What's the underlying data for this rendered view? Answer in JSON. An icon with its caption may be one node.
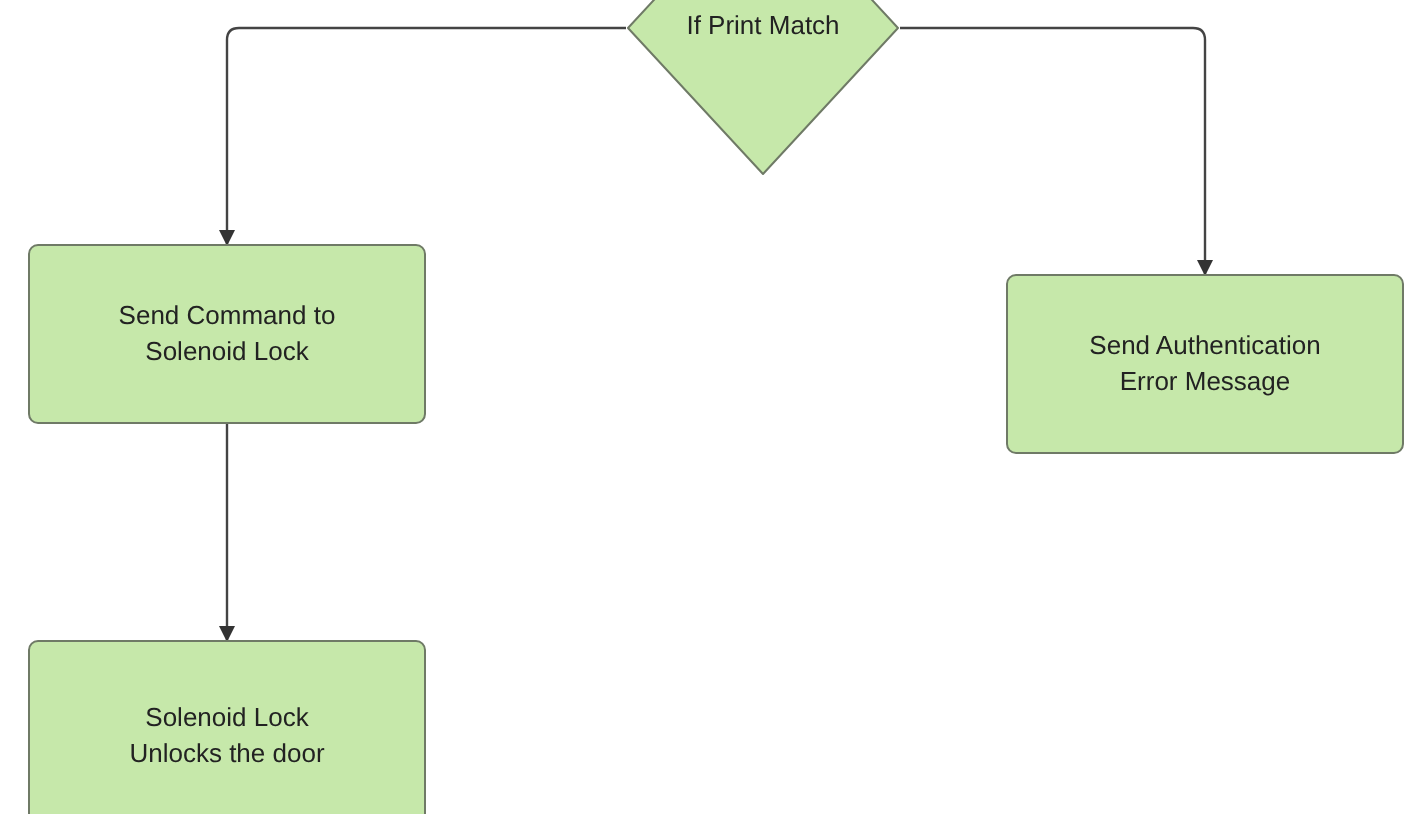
{
  "diagram": {
    "nodes": [
      {
        "text": [
          "If Print Match"
        ]
      },
      {
        "text": [
          "Send Command to Solenoid Lock"
        ]
      },
      {
        "text": [
          "Send Authentication Error Message"
        ]
      },
      {
        "text": [
          "Solenoid Lock Unlocks the door"
        ]
      }
    ],
    "edges": [
      {
        "from": 0,
        "to": 1,
        "arrow": "to"
      },
      {
        "from": 0,
        "to": 2,
        "arrow": "to"
      },
      {
        "from": 1,
        "to": 3,
        "arrow": "to"
      }
    ]
  }
}
